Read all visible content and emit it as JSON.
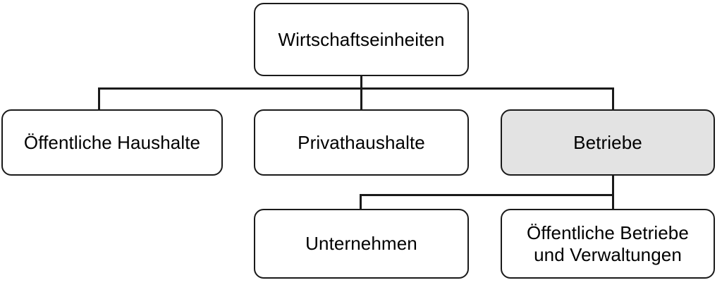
{
  "diagram": {
    "title": "Wirtschaftseinheiten",
    "type": "hierarchy-tree",
    "colors": {
      "background": "#ffffff",
      "node_fill": "#ffffff",
      "node_highlight_fill": "#e3e3e3",
      "stroke": "#1a1a1a",
      "text": "#000000"
    },
    "levels": [
      {
        "level": 1,
        "nodes": [
          {
            "id": "root",
            "label": "Wirtschaftseinheiten",
            "highlighted": false
          }
        ]
      },
      {
        "level": 2,
        "nodes": [
          {
            "id": "public-households",
            "label": "Öffentliche Haushalte",
            "highlighted": false
          },
          {
            "id": "private-households",
            "label": "Privathaushalte",
            "highlighted": false
          },
          {
            "id": "betriebe",
            "label": "Betriebe",
            "highlighted": true
          }
        ]
      },
      {
        "level": 3,
        "nodes": [
          {
            "id": "unternehmen",
            "label": "Unternehmen",
            "highlighted": false
          },
          {
            "id": "public-enterprises",
            "label": "Öffentliche Betriebe\nund Verwaltungen",
            "highlighted": false
          }
        ]
      }
    ],
    "edges": [
      {
        "from": "root",
        "to": "public-households"
      },
      {
        "from": "root",
        "to": "private-households"
      },
      {
        "from": "root",
        "to": "betriebe"
      },
      {
        "from": "betriebe",
        "to": "unternehmen"
      },
      {
        "from": "betriebe",
        "to": "public-enterprises"
      }
    ]
  }
}
